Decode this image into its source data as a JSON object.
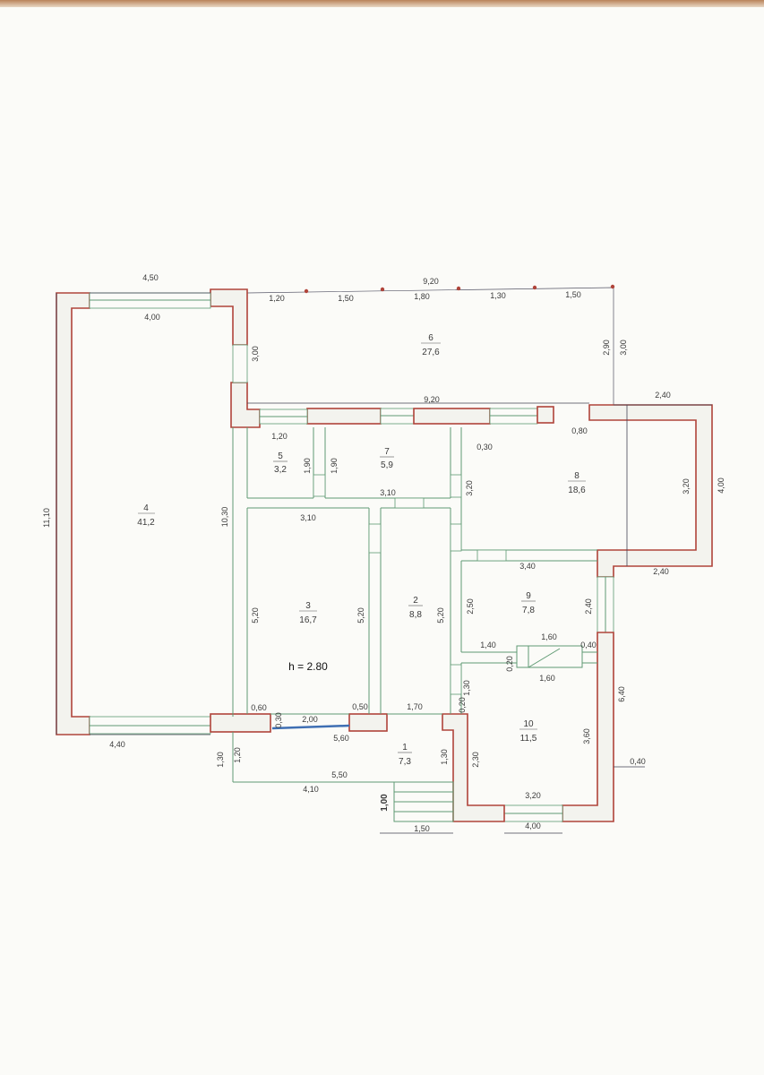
{
  "plan": {
    "rooms": [
      {
        "num": "1",
        "area": "7,3"
      },
      {
        "num": "2",
        "area": "8,8"
      },
      {
        "num": "3",
        "area": "16,7"
      },
      {
        "num": "4",
        "area": "41,2"
      },
      {
        "num": "5",
        "area": "3,2"
      },
      {
        "num": "6",
        "area": "27,6"
      },
      {
        "num": "7",
        "area": "5,9"
      },
      {
        "num": "8",
        "area": "18,6"
      },
      {
        "num": "9",
        "area": "7,8"
      },
      {
        "num": "10",
        "area": "11,5"
      }
    ],
    "height_label": "h = 2.80",
    "dims": {
      "d4_50": "4,50",
      "d4_00": "4,00",
      "d9_20_top": "9,20",
      "d1_20_top": "1,20",
      "d1_50_a": "1,50",
      "d1_80": "1,80",
      "d1_30_top": "1,30",
      "d1_50_b": "1,50",
      "d3_00_left": "3,00",
      "d2_90": "2,90",
      "d3_00_right": "3,00",
      "d9_20_mid": "9,20",
      "d2_40_top": "2,40",
      "d1_20_mid": "1,20",
      "d0_80": "0,80",
      "d1_90_a": "1,90",
      "d1_90_b": "1,90",
      "d0_30": "0,30",
      "d3_10_a": "3,10",
      "d3_10_b": "3,10",
      "d3_20_a": "3,20",
      "d3_20_b": "3,20",
      "d4_00_right": "4,00",
      "d11_10": "11,10",
      "d10_30": "10,30",
      "d5_20_a": "5,20",
      "d5_20_b": "5,20",
      "d5_20_c": "5,20",
      "d3_40": "3,40",
      "d2_40_mid": "2,40",
      "d2_50": "2,50",
      "d2_40_r": "2,40",
      "d1_40": "1,40",
      "d1_60_a": "1,60",
      "d0_40_a": "0,40",
      "d0_20": "0,20",
      "d1_60_b": "1,60",
      "d6_40": "6,40",
      "d1_30_mid": "1,30",
      "d4_40": "4,40",
      "d0_60": "0,60",
      "d0_30_b": "0,30",
      "d2_00": "2,00",
      "d0_50": "0,50",
      "d1_70": "1,70",
      "d0_20_b": "0,20",
      "d5_60": "5,60",
      "d1_30_l": "1,30",
      "d1_20_l": "1,20",
      "d1_30_r": "1,30",
      "d2_30": "2,30",
      "d3_60": "3,60",
      "d0_40_b": "0,40",
      "d5_50": "5,50",
      "d4_10": "4,10",
      "d3_20_c": "3,20",
      "d1_00": "1,00",
      "d1_50_c": "1,50",
      "d4_00_bot": "4,00"
    }
  },
  "colors": {
    "wall": "#b0443a",
    "partition": "#5f9a73",
    "window": "#3f6fb3",
    "paper": "#fbfbf8"
  }
}
